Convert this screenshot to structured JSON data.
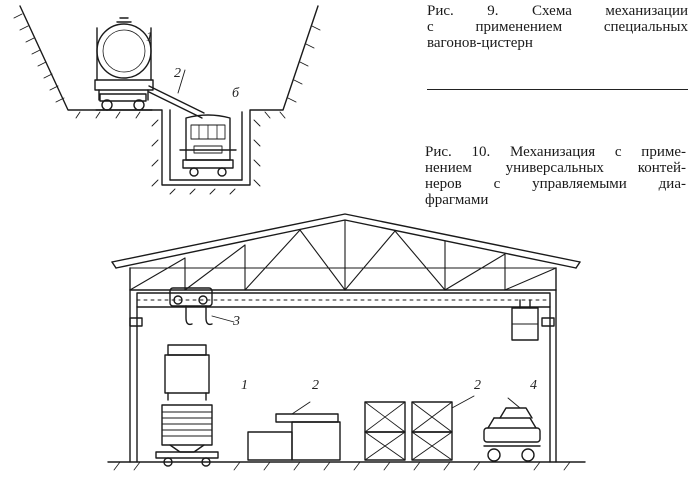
{
  "captions": {
    "fig9_lines": [
      "Рис. 9. Схема механизации",
      "с применением специальных",
      "вагонов-цистерн"
    ],
    "fig10_lines": [
      "Рис. 10. Механизация с приме-",
      "нением универсальных контей-",
      "неров с управляемыми диа-",
      "фрагмами"
    ]
  },
  "fig9_labels": [
    "1",
    "2",
    "б"
  ],
  "fig10_labels": [
    "1",
    "2",
    "2",
    "3",
    "4"
  ]
}
